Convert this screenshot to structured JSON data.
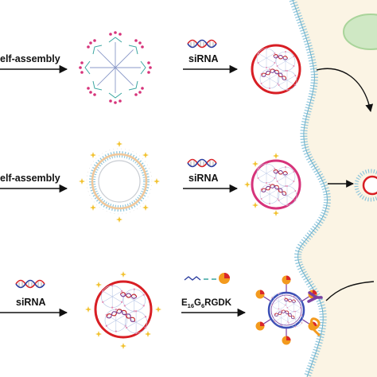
{
  "rows": [
    {
      "step1_label": "elf-assembly",
      "step2_label": "siRNA"
    },
    {
      "step1_label": "elf-assembly",
      "step2_label": "siRNA"
    },
    {
      "step1_label": "siRNA",
      "step2_label": "E",
      "step2_sub1": "16",
      "step2_mid": "G",
      "step2_sub2": "6",
      "step2_tail": "RGDK"
    }
  ],
  "colors": {
    "cell_fill": "#fbf4e4",
    "membrane": "#8ec6dc",
    "particle_ring": "#d81e24",
    "micelle_ring": "#d6337a",
    "nucleus": "#cfe8c4",
    "arrow": "#111111",
    "dendron_branch": "#3aa6a0",
    "dendron_dot": "#d6337a",
    "sparkle": "#f2c230",
    "rgd_orange": "#f39a1e",
    "rgd_red": "#d9262b",
    "rgd_purple": "#7b3fa0"
  },
  "icons": [
    "dendrimer-flower-icon",
    "liposome-icon",
    "nanoparticle-icon",
    "sirna-helix-icon",
    "peptide-ligand-icon",
    "cell-membrane-icon"
  ]
}
